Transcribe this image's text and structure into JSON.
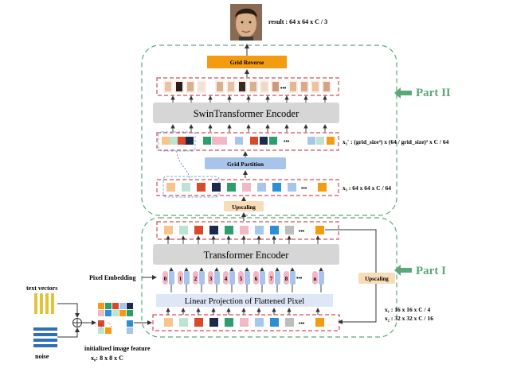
{
  "result_label": "result : 64 x 64 x C / 3",
  "grid_reverse": "Grid Reverse",
  "swin_encoder": "SwinTransformer Encoder",
  "x3prime_label": "x₃' : (grid_size²) x (64 / grid_size)² x C / 64",
  "grid_partition": "Grid Partition",
  "x3_label": "x₃ : 64 x 64 x C / 64",
  "upscaling": "Upscaling",
  "part2": "Part II",
  "part1": "Part I",
  "transformer_encoder": "Transformer Encoder",
  "pixel_embedding": "Pixel Embedding",
  "linear_projection": "Linear Projection of Flattened Pixel",
  "pos_indices": [
    "0",
    "1",
    "2",
    "3",
    "4",
    "5",
    "6",
    "7",
    "8",
    "n"
  ],
  "upscaling_side": "Upscaling",
  "x1_label": "x₁ : 16 x 16 x C / 4",
  "x2_label": "x₂ : 32 x 32 x C / 16",
  "text_vectors": "text vectors",
  "noise": "noise",
  "init_feature": "initialized image feature",
  "x0_label": "x₀: 8 x 8 x C",
  "ellipsis": "•••",
  "colors": {
    "dashed_green": "#5aa878",
    "dashed_red": "#d64a5a",
    "dashed_blue": "#6ab4e0",
    "orange": "#f39c12",
    "gray_box": "#d6d6d6",
    "blue_box": "#a9c4ec",
    "light_box": "#dfe7f6",
    "peach": "#f8dcb8",
    "pink": "#f4b5c4"
  },
  "token_colors_full": [
    "#f7c58a",
    "#bde3d3",
    "#d94a2d",
    "#1b2a4a",
    "#2e9e6a",
    "#f2b8c6",
    "#a7c7ea",
    "#2d8fd3",
    "#bdbdbd",
    "#f39c12"
  ],
  "token_colors_x3": [
    "#f7c58a",
    "#bde3d3",
    "#d94a2d",
    "#1b2a4a",
    "#2e9e6a",
    "#f2b8c6",
    "#a7c7ea",
    "#2d8fd3",
    "#a7c7ea",
    "#f39c12"
  ],
  "token_colors_x3p": [
    "#f7c58a",
    "#bde3d3",
    "#d94a2d",
    "#1b2a4a",
    "#2e9e6a",
    "#f2b8c6",
    "#d94a2d",
    "#1b2a4a",
    "#2e9e6a",
    "#a7c7ea",
    "#bde3d3",
    "#f39c12"
  ]
}
